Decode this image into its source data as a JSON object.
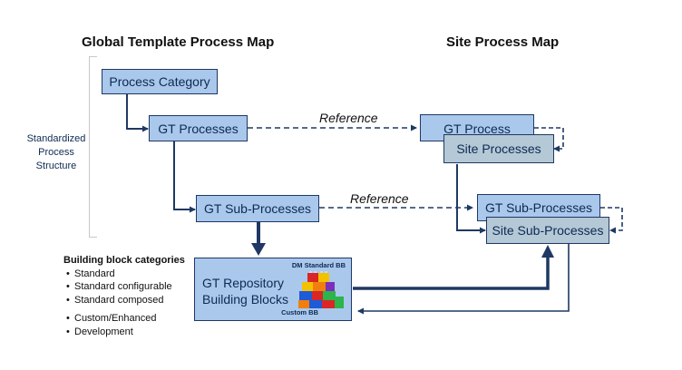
{
  "titles": {
    "global": "Global Template Process Map",
    "site": "Site Process Map"
  },
  "side_label": [
    "Standardized",
    "Process",
    "Structure"
  ],
  "global_map": {
    "process_category": "Process Category",
    "gt_processes": "GT Processes",
    "gt_sub_processes": "GT Sub-Processes"
  },
  "site_map": {
    "gt_process": "GT Process",
    "site_processes": "Site Processes",
    "gt_sub_processes": "GT Sub-Processes",
    "site_sub_processes": "Site Sub-Processes"
  },
  "references": [
    "Reference",
    "Reference"
  ],
  "repository": {
    "line1": "GT Repository",
    "line2": "Building Blocks",
    "dm_tag": "DM Standard BB",
    "custom_tag": "Custom BB",
    "image": "lego-bricks-icon"
  },
  "building_blocks": {
    "heading": "Building block categories",
    "group1": [
      "Standard",
      "Standard configurable",
      "Standard composed"
    ],
    "group2": [
      "Custom/Enhanced",
      "Development"
    ]
  },
  "colors": {
    "box_blue": "#a9c8ec",
    "box_grey": "#b4c8d6",
    "border": "#1f3864",
    "arrow": "#1f3864"
  }
}
